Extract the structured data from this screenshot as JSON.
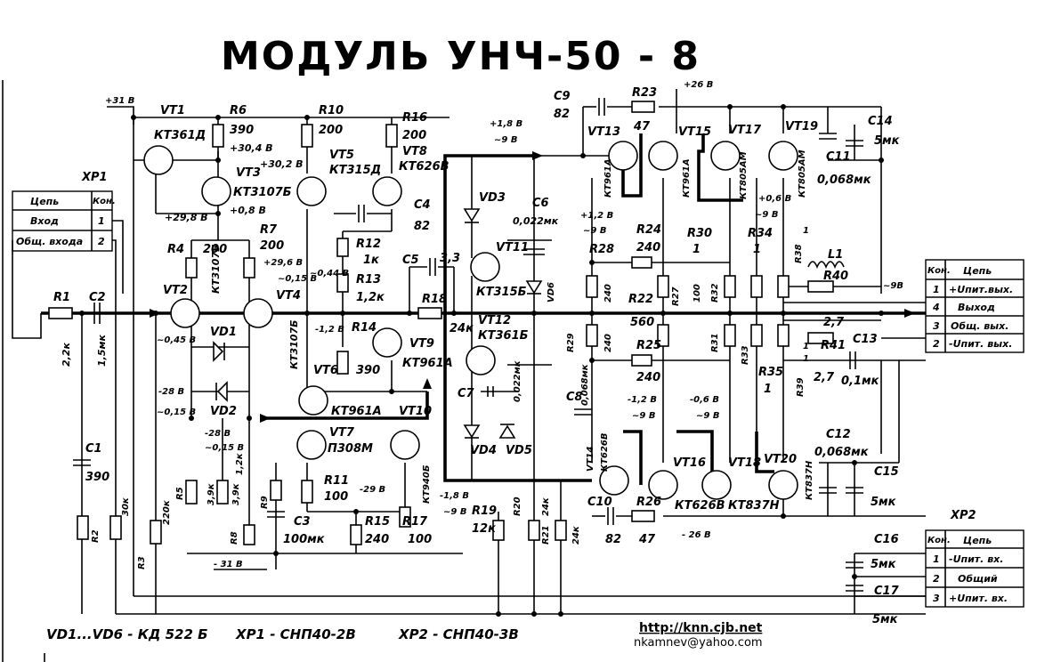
{
  "title": "МОДУЛЬ  УНЧ-50 - 8",
  "xp1": {
    "name": "XP1",
    "header": [
      "Цепь",
      "Кон."
    ],
    "rows": [
      [
        "Вход",
        "1"
      ],
      [
        "Общ. входа",
        "2"
      ]
    ]
  },
  "xp2": {
    "name": "XP2",
    "header": [
      "Кон.",
      "Цепь"
    ],
    "rows": [
      [
        "1",
        "-Uпит. вх."
      ],
      [
        "2",
        "Общий"
      ],
      [
        "3",
        "+Uпит. вх."
      ]
    ]
  },
  "xout": {
    "header": [
      "Кон.",
      "Цепь"
    ],
    "rows": [
      [
        "1",
        "+Uпит.вых."
      ],
      [
        "4",
        "Выход"
      ],
      [
        "3",
        "Общ. вых."
      ],
      [
        "2",
        "-Uпит. вых."
      ]
    ]
  },
  "labels": [
    {
      "id": "vt1",
      "text": "VT1"
    },
    {
      "id": "kt361d",
      "text": "КТ361Д"
    },
    {
      "id": "v31",
      "text": "+31 В"
    },
    {
      "id": "r6",
      "text": "R6"
    },
    {
      "id": "r6v",
      "text": "390"
    },
    {
      "id": "v304",
      "text": "+30,4 В"
    },
    {
      "id": "r10",
      "text": "R10"
    },
    {
      "id": "r10v",
      "text": "200"
    },
    {
      "id": "vt5",
      "text": "VT5"
    },
    {
      "id": "kt315d",
      "text": "КТ315Д"
    },
    {
      "id": "r16",
      "text": "R16"
    },
    {
      "id": "r16v",
      "text": "200"
    },
    {
      "id": "vt8",
      "text": "VT8"
    },
    {
      "id": "kt626v",
      "text": "КТ626В"
    },
    {
      "id": "vt3",
      "text": "VT3"
    },
    {
      "id": "v302",
      "text": "+30,2 В"
    },
    {
      "id": "kt3107b",
      "text": "КТ3107Б"
    },
    {
      "id": "v298",
      "text": "+29,8 В"
    },
    {
      "id": "v08",
      "text": "+0,8 В"
    },
    {
      "id": "c4",
      "text": "C4"
    },
    {
      "id": "c4v",
      "text": "82"
    },
    {
      "id": "r4",
      "text": "R4"
    },
    {
      "id": "r4v",
      "text": "200"
    },
    {
      "id": "r7",
      "text": "R7"
    },
    {
      "id": "r7v",
      "text": "200"
    },
    {
      "id": "v296",
      "text": "+29,6 В"
    },
    {
      "id": "v015",
      "text": "~0,15 В"
    },
    {
      "id": "v044",
      "text": "~0,44 В"
    },
    {
      "id": "r12",
      "text": "R12"
    },
    {
      "id": "r12v",
      "text": "1к"
    },
    {
      "id": "r13",
      "text": "R13"
    },
    {
      "id": "r13v",
      "text": "1,2к"
    },
    {
      "id": "vt4",
      "text": "VT4"
    },
    {
      "id": "vt2",
      "text": "VT2"
    },
    {
      "id": "kt3107b2",
      "text": "КТ3107Б"
    },
    {
      "id": "kt3107b3",
      "text": "КТ3107Б"
    },
    {
      "id": "r1",
      "text": "R1"
    },
    {
      "id": "c2",
      "text": "C2"
    },
    {
      "id": "v045",
      "text": "~0,45 В"
    },
    {
      "id": "r1v",
      "text": "2,2к"
    },
    {
      "id": "c2v",
      "text": "1,5мк"
    },
    {
      "id": "vd1",
      "text": "VD1"
    },
    {
      "id": "vd2",
      "text": "VD2"
    },
    {
      "id": "v12",
      "text": "-1,2 В"
    },
    {
      "id": "r14",
      "text": "R14"
    },
    {
      "id": "vt6",
      "text": "VT6"
    },
    {
      "id": "r14v",
      "text": "390"
    },
    {
      "id": "vt9",
      "text": "VT9"
    },
    {
      "id": "kt961a",
      "text": "КТ961А"
    },
    {
      "id": "v18",
      "text": "+1,8 В"
    },
    {
      "id": "v9",
      "text": "~9 В"
    },
    {
      "id": "c9",
      "text": "C9"
    },
    {
      "id": "c9v",
      "text": "82"
    },
    {
      "id": "r23",
      "text": "R23"
    },
    {
      "id": "r23v",
      "text": "47"
    },
    {
      "id": "v26",
      "text": "+26 В"
    },
    {
      "id": "vt13",
      "text": "VT13"
    },
    {
      "id": "vt15",
      "text": "VT15"
    },
    {
      "id": "vt17",
      "text": "VT17"
    },
    {
      "id": "vt19",
      "text": "VT19"
    },
    {
      "id": "c14",
      "text": "C14"
    },
    {
      "id": "c14v",
      "text": "5мк"
    },
    {
      "id": "c11",
      "text": "C11"
    },
    {
      "id": "c11v",
      "text": "0,068мк"
    },
    {
      "id": "kt961a2",
      "text": "КТ961А"
    },
    {
      "id": "kt961a3",
      "text": "КТ961А"
    },
    {
      "id": "kt805am",
      "text": "КТ805АМ"
    },
    {
      "id": "kt805am2",
      "text": "КТ805АМ"
    },
    {
      "id": "v06",
      "text": "+0,6 В"
    },
    {
      "id": "v9b",
      "text": "~9 В"
    },
    {
      "id": "vd3",
      "text": "VD3"
    },
    {
      "id": "c6",
      "text": "C6"
    },
    {
      "id": "c6v",
      "text": "0,022мк"
    },
    {
      "id": "v12b",
      "text": "+1,2 В"
    },
    {
      "id": "v9c",
      "text": "~9 В"
    },
    {
      "id": "r24",
      "text": "R24"
    },
    {
      "id": "r24v",
      "text": "240"
    },
    {
      "id": "r30",
      "text": "R30"
    },
    {
      "id": "r30v",
      "text": "1"
    },
    {
      "id": "r34",
      "text": "R34"
    },
    {
      "id": "r34v",
      "text": "1"
    },
    {
      "id": "r38",
      "text": "R38"
    },
    {
      "id": "r38v",
      "text": "1"
    },
    {
      "id": "l1",
      "text": "L1"
    },
    {
      "id": "vt11",
      "text": "VT11"
    },
    {
      "id": "r28",
      "text": "R28"
    },
    {
      "id": "r28v",
      "text": "240"
    },
    {
      "id": "c5",
      "text": "C5"
    },
    {
      "id": "c5v",
      "text": "3,3"
    },
    {
      "id": "r18",
      "text": "R18"
    },
    {
      "id": "kt315b",
      "text": "КТ315Б"
    },
    {
      "id": "vd6",
      "text": "VD6"
    },
    {
      "id": "r22",
      "text": "R22"
    },
    {
      "id": "r22v",
      "text": "560"
    },
    {
      "id": "r27",
      "text": "R27"
    },
    {
      "id": "r27v",
      "text": "100"
    },
    {
      "id": "r32",
      "text": "R32"
    },
    {
      "id": "r40",
      "text": "R40"
    },
    {
      "id": "r40v",
      "text": "2,7"
    },
    {
      "id": "v9d",
      "text": "~9В"
    },
    {
      "id": "r18v",
      "text": "24к"
    },
    {
      "id": "vt12",
      "text": "VT12"
    },
    {
      "id": "kt361b",
      "text": "КТ361Б"
    },
    {
      "id": "r29",
      "text": "R29"
    },
    {
      "id": "r29v",
      "text": "240"
    },
    {
      "id": "r25",
      "text": "R25"
    },
    {
      "id": "r25v",
      "text": "240"
    },
    {
      "id": "r31",
      "text": "R31"
    },
    {
      "id": "r33",
      "text": "R33"
    },
    {
      "id": "r33v",
      "text": "1"
    },
    {
      "id": "r41",
      "text": "R41"
    },
    {
      "id": "r41v",
      "text": "2,7"
    },
    {
      "id": "c13",
      "text": "C13"
    },
    {
      "id": "c13v",
      "text": "0,1мк"
    },
    {
      "id": "r35",
      "text": "R35"
    },
    {
      "id": "r35v",
      "text": "1"
    },
    {
      "id": "r39",
      "text": "R39"
    },
    {
      "id": "r39v",
      "text": "1"
    },
    {
      "id": "c7",
      "text": "C7"
    },
    {
      "id": "c7v",
      "text": "0,022мк"
    },
    {
      "id": "c8",
      "text": "C8"
    },
    {
      "id": "c8v",
      "text": "0,068мк"
    },
    {
      "id": "v28",
      "text": "-28 В"
    },
    {
      "id": "v015b",
      "text": "~0,15 В"
    },
    {
      "id": "kt961a4",
      "text": "КТ961А"
    },
    {
      "id": "vt10",
      "text": "VT10"
    },
    {
      "id": "v28b",
      "text": "-28 В"
    },
    {
      "id": "v015c",
      "text": "~0,15 В"
    },
    {
      "id": "vt7",
      "text": "VT7"
    },
    {
      "id": "p308m",
      "text": "П308М"
    },
    {
      "id": "v12c",
      "text": "-1,2 В"
    },
    {
      "id": "v9e",
      "text": "~9 В"
    },
    {
      "id": "v06b",
      "text": "-0,6 В"
    },
    {
      "id": "v9f",
      "text": "~9 В"
    },
    {
      "id": "vd4",
      "text": "VD4"
    },
    {
      "id": "vd5",
      "text": "VD5"
    },
    {
      "id": "c1",
      "text": "C1"
    },
    {
      "id": "c1v",
      "text": "390"
    },
    {
      "id": "vt14",
      "text": "VT14"
    },
    {
      "id": "kt626v2",
      "text": "КТ626В"
    },
    {
      "id": "vt16",
      "text": "VT16"
    },
    {
      "id": "kt626v3",
      "text": "КТ626В"
    },
    {
      "id": "vt18",
      "text": "VT18"
    },
    {
      "id": "kt837n",
      "text": "КТ837Н"
    },
    {
      "id": "vt20",
      "text": "VT20"
    },
    {
      "id": "kt837n2",
      "text": "КТ837Н"
    },
    {
      "id": "c12",
      "text": "C12"
    },
    {
      "id": "c12v",
      "text": "0,068мк"
    },
    {
      "id": "c15",
      "text": "C15"
    },
    {
      "id": "c15v",
      "text": "5мк"
    },
    {
      "id": "r5",
      "text": "R5"
    },
    {
      "id": "r5v",
      "text": "3,9к"
    },
    {
      "id": "r5v2",
      "text": "3,9к"
    },
    {
      "id": "r9",
      "text": "R9"
    },
    {
      "id": "r9v",
      "text": "1,2к"
    },
    {
      "id": "r11",
      "text": "R11"
    },
    {
      "id": "r11v",
      "text": "100"
    },
    {
      "id": "v29",
      "text": "-29 В"
    },
    {
      "id": "kt940b",
      "text": "КТ940Б"
    },
    {
      "id": "v18b",
      "text": "-1,8 В"
    },
    {
      "id": "v9g",
      "text": "~9 В"
    },
    {
      "id": "r19",
      "text": "R19"
    },
    {
      "id": "r19v",
      "text": "12к"
    },
    {
      "id": "r20",
      "text": "R20"
    },
    {
      "id": "r20v",
      "text": "24к"
    },
    {
      "id": "r21",
      "text": "R21"
    },
    {
      "id": "r21v",
      "text": "24к"
    },
    {
      "id": "c10",
      "text": "C10"
    },
    {
      "id": "c10v",
      "text": "82"
    },
    {
      "id": "r26",
      "text": "R26"
    },
    {
      "id": "r26v",
      "text": "47"
    },
    {
      "id": "v26b",
      "text": "- 26 В"
    },
    {
      "id": "r2",
      "text": "R2"
    },
    {
      "id": "r2v",
      "text": "30к"
    },
    {
      "id": "r3",
      "text": "R3"
    },
    {
      "id": "r3v",
      "text": "220к"
    },
    {
      "id": "r8",
      "text": "R8"
    },
    {
      "id": "c3",
      "text": "C3"
    },
    {
      "id": "c3v",
      "text": "100мк"
    },
    {
      "id": "r15",
      "text": "R15"
    },
    {
      "id": "r15v",
      "text": "240"
    },
    {
      "id": "r17",
      "text": "R17"
    },
    {
      "id": "r17v",
      "text": "100"
    },
    {
      "id": "v31b",
      "text": "- 31 В"
    },
    {
      "id": "c16",
      "text": "C16"
    },
    {
      "id": "c16v",
      "text": "5мк"
    },
    {
      "id": "c17",
      "text": "C17"
    },
    {
      "id": "c17v",
      "text": "5мк"
    }
  ],
  "footer": {
    "diodes": "VD1...VD6  - КД 522 Б",
    "xp1": "XP1  - СНП40-2В",
    "xp2": "XP2  - СНП40-3В",
    "url": "http://knn.cjb.net",
    "email": "nkamnev@yahoo.com"
  }
}
